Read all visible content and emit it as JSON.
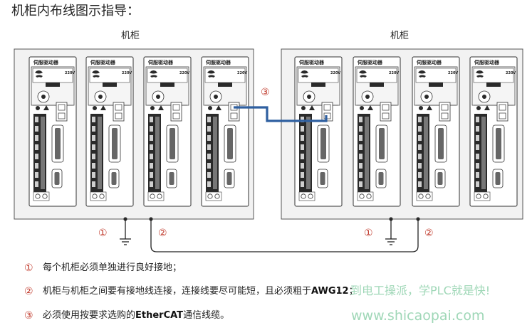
{
  "title": "机柜内布线图示指导：",
  "cabinets": [
    {
      "label": "机柜"
    },
    {
      "label": "机柜"
    }
  ],
  "servo_label": "伺服驱动器",
  "servo_voltage": "220V",
  "markers": {
    "one": "①",
    "two": "②",
    "three": "③"
  },
  "notes": [
    {
      "num": "①",
      "text": "每个机柜必须单独进行良好接地；"
    },
    {
      "num": "②",
      "pre": "机柜与机柜之间要有接地线连接，连接线要尽可能短，且必须粗于",
      "bold": "AWG12",
      "post": "；"
    },
    {
      "num": "③",
      "pre": "必须使用按要求选购的",
      "bold": "EtherCAT",
      "post": "通信线缆。"
    }
  ],
  "watermark": {
    "line1": "到电工操派，学PLC就是快!",
    "line2": "www.shicaopai.com"
  },
  "colors": {
    "ethercat_cable": "#2e5fa0",
    "marker": "#c0392b",
    "watermark": "#9fd7b7"
  }
}
